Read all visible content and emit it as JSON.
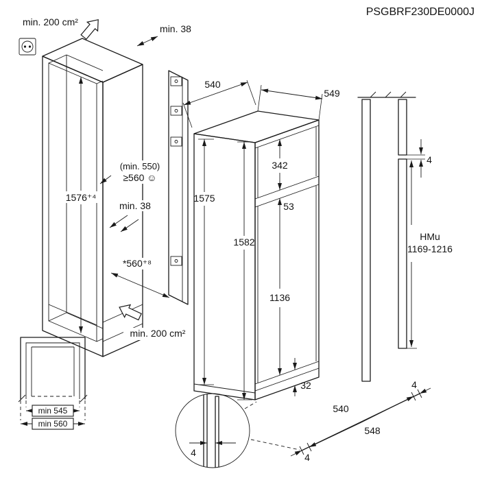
{
  "header": {
    "part_number": "PSGBRF230DE0000J"
  },
  "niche": {
    "vent_top": "min. 200 cm²",
    "gap_top": "min. 38",
    "height": "1576⁺⁴",
    "depth_min_paren": "(min. 550)",
    "depth_min": "≥560 ☺",
    "gap_back": "min. 38",
    "width": "*560⁺⁸",
    "vent_bottom": "min. 200 cm²"
  },
  "appliance": {
    "width": "540",
    "depth": "549",
    "door_height": "1575",
    "total_height": "1582",
    "freezer_door_height": "342",
    "door_gap": "53",
    "fridge_door_height": "1136",
    "bottom_gap": "32"
  },
  "side_view": {
    "top_gap": "4",
    "hinge_label": "HMu",
    "hinge_range": "1169-1216"
  },
  "plan_view": {
    "inner_width": "min 545",
    "outer_width": "min 560"
  },
  "floor": {
    "width_inner": "540",
    "width_outer": "548",
    "gap_right": "4",
    "gap_left": "4"
  },
  "detail": {
    "gap": "4"
  }
}
